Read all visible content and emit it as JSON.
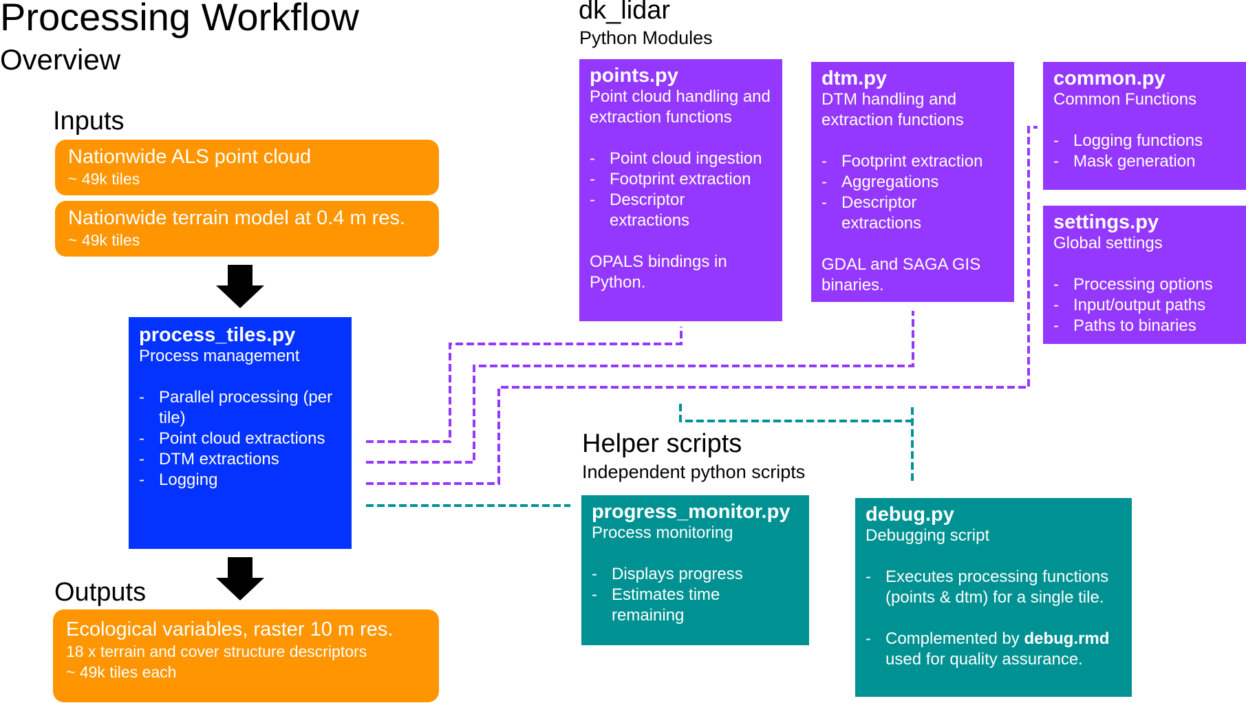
{
  "header": {
    "title": "Processing Workflow",
    "subtitle": "Overview"
  },
  "inputs": {
    "label": "Inputs",
    "items": [
      {
        "title": "Nationwide ALS point cloud",
        "detail": "~ 49k tiles"
      },
      {
        "title": "Nationwide terrain model at 0.4 m res.",
        "detail": "~ 49k tiles"
      }
    ]
  },
  "process": {
    "name": "process_tiles.py",
    "description": "Process management",
    "bullets": [
      "Parallel processing (per tile)",
      "Point cloud extractions",
      "DTM extractions",
      "Logging"
    ]
  },
  "outputs": {
    "label": "Outputs",
    "items": [
      {
        "title": "Ecological variables, raster 10 m res.",
        "detail1": "18 x terrain and cover structure descriptors",
        "detail2": "~ 49k tiles each"
      }
    ]
  },
  "modules": {
    "package": "dk_lidar",
    "label": "Python Modules",
    "points": {
      "name": "points.py",
      "description": "Point cloud handling and extraction functions",
      "bullets": [
        "Point cloud ingestion",
        "Footprint extraction",
        "Descriptor extractions"
      ],
      "note": "OPALS bindings in Python."
    },
    "dtm": {
      "name": "dtm.py",
      "description": "DTM handling and extraction functions",
      "bullets": [
        "Footprint extraction",
        "Aggregations",
        "Descriptor extractions"
      ],
      "note": "GDAL and SAGA GIS binaries."
    },
    "common": {
      "name": "common.py",
      "description": "Common Functions",
      "bullets": [
        "Logging functions",
        "Mask generation"
      ]
    },
    "settings": {
      "name": "settings.py",
      "description": "Global settings",
      "bullets": [
        "Processing options",
        "Input/output paths",
        "Paths to binaries"
      ]
    }
  },
  "helpers": {
    "label": "Helper scripts",
    "sublabel": "Independent python scripts",
    "progress_monitor": {
      "name": "progress_monitor.py",
      "description": "Process monitoring",
      "bullets": [
        "Displays progress",
        "Estimates time remaining"
      ]
    },
    "debug": {
      "name": "debug.py",
      "description": "Debugging script",
      "bullet1": "Executes processing functions (points & dtm) for a single tile.",
      "bullet2_prefix": "Complemented by ",
      "bullet2_bold": "debug.rmd",
      "bullet2_suffix": " used for quality assurance."
    }
  },
  "icons": {
    "bullet": "-",
    "arrow": "down-arrow"
  },
  "colors": {
    "input_output": "#FF9500",
    "process": "#0433FF",
    "module": "#9437FF",
    "helper": "#009192"
  }
}
